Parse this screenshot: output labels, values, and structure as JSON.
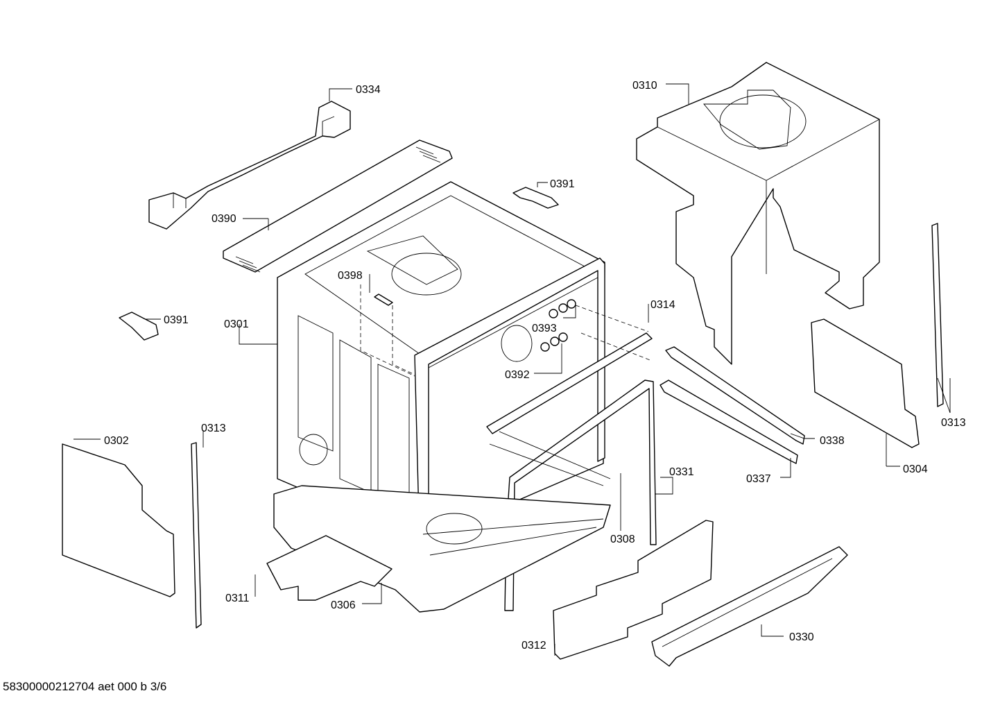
{
  "diagram": {
    "labels": {
      "l0334": "0334",
      "l0390": "0390",
      "l0391a": "0391",
      "l0391b": "0391",
      "l0398": "0398",
      "l0301": "0301",
      "l0393": "0393",
      "l0392": "0392",
      "l0314": "0314",
      "l0310": "0310",
      "l0302": "0302",
      "l0313a": "0313",
      "l0313b": "0313",
      "l0338": "0338",
      "l0337": "0337",
      "l0304": "0304",
      "l0331": "0331",
      "l0308": "0308",
      "l0311": "0311",
      "l0306": "0306",
      "l0312": "0312",
      "l0330": "0330"
    },
    "footer": "58300000212704 aet 000 b 3/6"
  }
}
